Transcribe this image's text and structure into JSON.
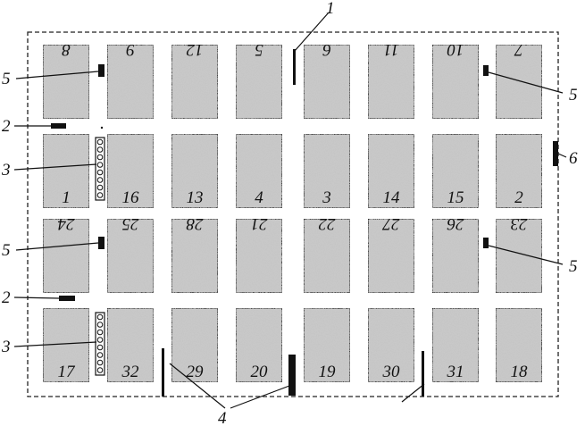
{
  "panels": {
    "rows": [
      [
        "8",
        "9",
        "12",
        "5",
        "6",
        "11",
        "10",
        "7"
      ],
      [
        "1",
        "16",
        "13",
        "4",
        "3",
        "14",
        "15",
        "2"
      ],
      [
        "24",
        "25",
        "28",
        "21",
        "22",
        "27",
        "26",
        "23"
      ],
      [
        "17",
        "32",
        "29",
        "20",
        "19",
        "30",
        "31",
        "18"
      ]
    ],
    "inverted_rows": [
      0,
      2
    ]
  },
  "callouts": {
    "c1": "1",
    "c2": "2",
    "c3": "3",
    "c4": "4",
    "c5": "5",
    "c6": "6"
  }
}
